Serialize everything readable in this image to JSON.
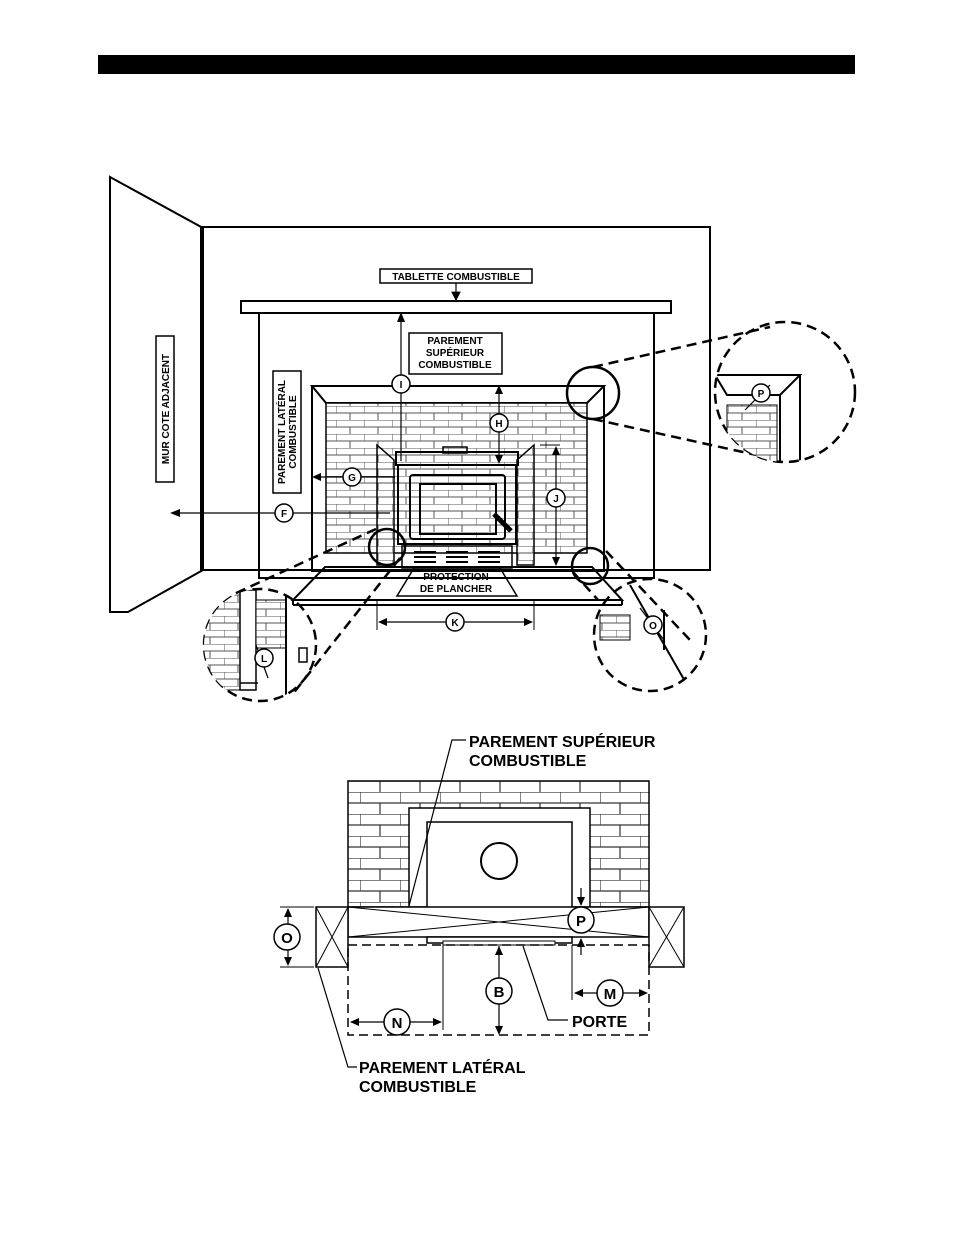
{
  "top_figure": {
    "labels": {
      "tablette": "TABLETTE COMBUSTIBLE",
      "parement_superieur": [
        "PAREMENT",
        "SUPÉRIEUR",
        "COMBUSTIBLE"
      ],
      "parement_lateral": [
        "PAREMENT LATÉRAL",
        "COMBUSTIBLE"
      ],
      "mur_cote": "MUR COTE ADJACENT",
      "protection": [
        "PROTECTION",
        "DE PLANCHER"
      ]
    },
    "dimension_markers": [
      "F",
      "G",
      "H",
      "I",
      "J",
      "K",
      "L",
      "O",
      "P"
    ]
  },
  "bottom_figure": {
    "labels": {
      "parement_superieur": [
        "PAREMENT SUPÉRIEUR",
        "COMBUSTIBLE"
      ],
      "parement_lateral": [
        "PAREMENT LATÉRAL",
        "COMBUSTIBLE"
      ],
      "porte": "PORTE"
    },
    "dimension_markers": [
      "O",
      "P",
      "B",
      "M",
      "N"
    ]
  }
}
